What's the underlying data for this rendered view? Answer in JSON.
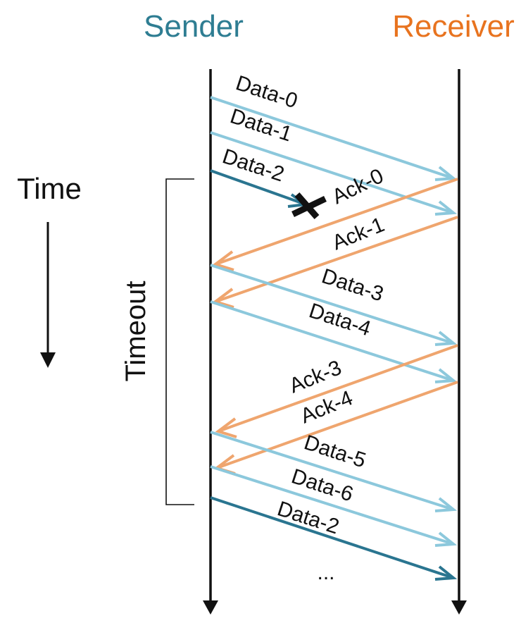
{
  "header": {
    "sender": "Sender",
    "receiver": "Receiver"
  },
  "side": {
    "time": "Time",
    "timeout": "Timeout"
  },
  "messages": [
    {
      "label": "Data-0",
      "kind": "data"
    },
    {
      "label": "Data-1",
      "kind": "data"
    },
    {
      "label": "Data-2",
      "kind": "lost"
    },
    {
      "label": "Ack-0",
      "kind": "ack"
    },
    {
      "label": "Ack-1",
      "kind": "ack"
    },
    {
      "label": "Data-3",
      "kind": "data"
    },
    {
      "label": "Data-4",
      "kind": "data"
    },
    {
      "label": "Ack-3",
      "kind": "ack"
    },
    {
      "label": "Ack-4",
      "kind": "ack"
    },
    {
      "label": "Data-5",
      "kind": "data"
    },
    {
      "label": "Data-6",
      "kind": "data"
    },
    {
      "label": "Data-2",
      "kind": "retransmit"
    }
  ],
  "ellipsis": "...",
  "colors": {
    "sender": "#2e7d92",
    "receiver": "#e8731f",
    "data": "#8cc8dc",
    "retransmit": "#2a7590",
    "ack": "#efa56e",
    "loss_mark": "#111111"
  }
}
